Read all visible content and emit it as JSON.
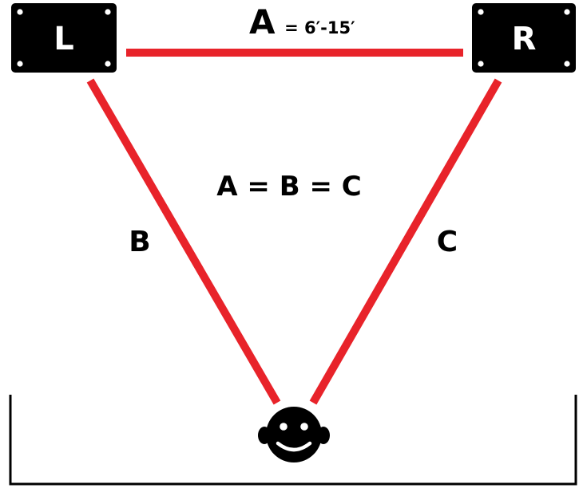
{
  "colors": {
    "line": "#e8232a",
    "speaker": "#000000",
    "speaker_letter": "#ffffff",
    "screw": "#ffffff",
    "listener_face": "#000000",
    "text": "#000000"
  },
  "speakers": {
    "left_label": "L",
    "right_label": "R"
  },
  "distances": {
    "a_letter": "A",
    "a_range": "= 6′-15′",
    "b_letter": "B",
    "c_letter": "C",
    "equality": "A = B = C"
  },
  "icons": {
    "listener": "smiley-face-icon",
    "speaker": "speaker-box-icon"
  }
}
